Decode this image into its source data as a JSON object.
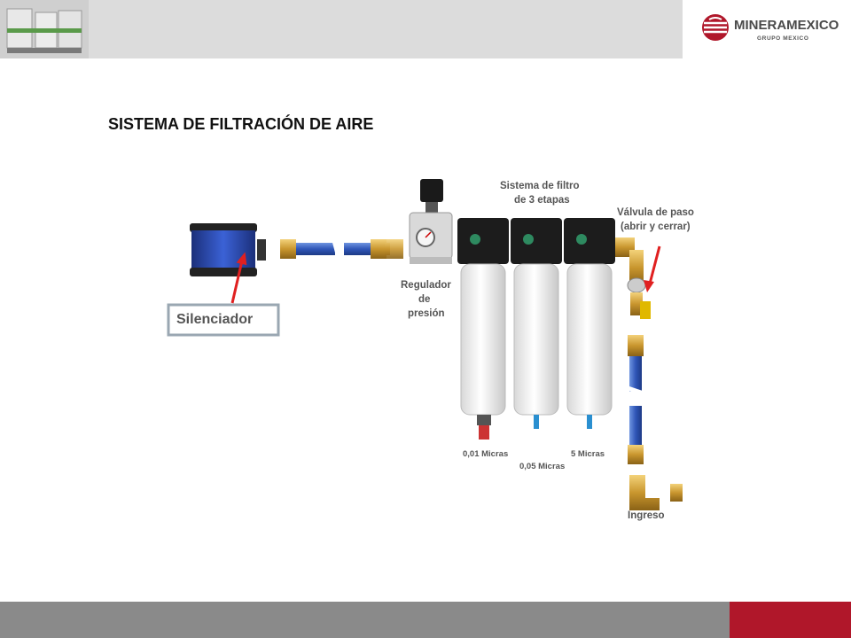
{
  "header": {
    "logo_name": "MINERAMEXICO",
    "logo_sub": "GRUPO MEXICO",
    "logo_color": "#b0172a"
  },
  "slide": {
    "title": "SISTEMA DE FILTRACIÓN DE AIRE"
  },
  "diagram": {
    "labels": {
      "silenciador": "Silenciador",
      "sistema_line1": "Sistema de filtro",
      "sistema_line2": "de 3 etapas",
      "valvula_line1": "Válvula de paso",
      "valvula_line2": "(abrir y cerrar)",
      "regulador_line1": "Regulador",
      "regulador_line2": "de",
      "regulador_line3": "presión",
      "micras_001": "0,01 Micras",
      "micras_005": "0,05 Micras",
      "micras_5": "5 Micras",
      "ingreso": "Ingreso"
    }
  },
  "footer": {
    "gray": "#8a8a8a",
    "red": "#b0172a"
  }
}
